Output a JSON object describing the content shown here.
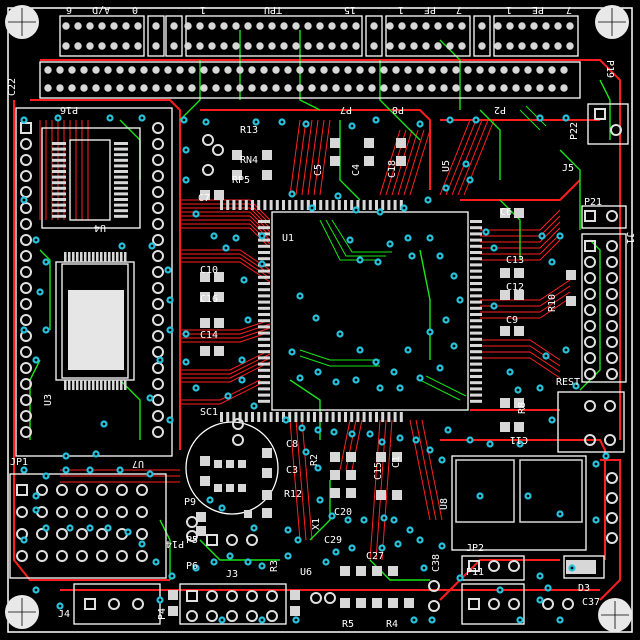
{
  "board": {
    "background": "#000000",
    "colors": {
      "top_trace": "#ff1e1e",
      "bottom_trace": "#19e619",
      "silkscreen": "#ffffff",
      "via": "#27c3dd",
      "pad": "#d7d7d7",
      "mount_hole": "#e8e8e8"
    }
  },
  "top_header": {
    "labels": [
      "6",
      "A/D",
      "0",
      "1",
      "TPU",
      "15",
      "1",
      "PF",
      "7",
      "1",
      "PE",
      "7"
    ]
  },
  "designators": {
    "p16": "P16",
    "p7": "P7",
    "p8": "P8",
    "p2": "P2",
    "p19": "P19",
    "p22": "P22",
    "p21": "P21",
    "j5": "J5",
    "j1": "J1",
    "r13": "R13",
    "rn4": "RN4",
    "rp5": "RP5",
    "c5": "C5",
    "c4": "C4",
    "c18": "C18",
    "u5": "U5",
    "c7": "C7",
    "u4": "U4",
    "u1": "U1",
    "c6": "C6",
    "c10": "C10",
    "c16": "C16",
    "c14": "C14",
    "c13": "C13",
    "c12": "C12",
    "c9": "C9",
    "r10": "R10",
    "u3": "U3",
    "rest": "REST",
    "r8": "R8",
    "c11": "C11",
    "sc1": "SC1",
    "c8": "C8",
    "c3": "C3",
    "r2": "R2",
    "r12": "R12",
    "c15": "C15",
    "c1": "C1",
    "u7": "U7",
    "u8": "U8",
    "jp1": "JP1",
    "x1": "X1",
    "c20": "C20",
    "c29": "C29",
    "c27": "C27",
    "c38": "C38",
    "u6": "U6",
    "jp2": "JP2",
    "p6": "P6",
    "p5": "P5",
    "p9": "P9",
    "j3": "J3",
    "j4": "J4",
    "r3": "R3",
    "d3": "D3",
    "c37": "C37",
    "p11": "P11",
    "p14": "P14",
    "p4": "P4",
    "c22": "C22",
    "r5": "R5",
    "r4": "R4"
  }
}
